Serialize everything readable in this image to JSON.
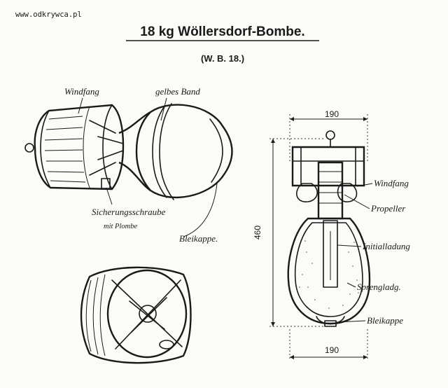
{
  "watermark": "www.odkrywca.pl",
  "title": "18 kg Wöllersdorf-Bombe.",
  "subtitle": "(W. B. 18.)",
  "labels": {
    "windfang_left": "Windfang",
    "gelbes_band": "gelbes Band",
    "sicherungsschraube": "Sicherungsschraube",
    "mit_plombe": "mit Plombe",
    "bleikappe_left": "Bleikappe.",
    "windfang_right": "Windfang",
    "propeller": "Propeller",
    "initialladung": "Initialladung",
    "sprengladung": "Sprengladg.",
    "bleikappe_right": "Bleikappe"
  },
  "dimensions": {
    "top_width": "190",
    "height": "460",
    "bottom_width": "190"
  },
  "colors": {
    "ink": "#1a1a1a",
    "paper": "#fbfbf8"
  }
}
